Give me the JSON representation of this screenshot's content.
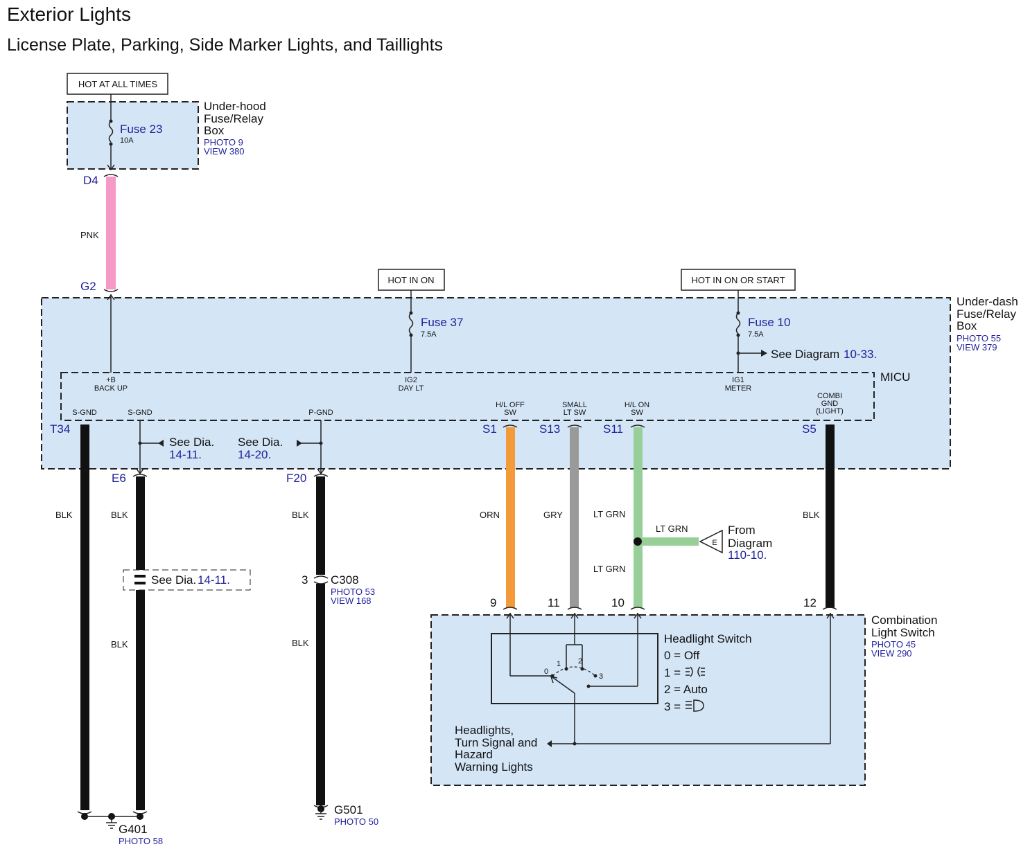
{
  "title": "Exterior Lights",
  "subtitle": "License Plate, Parking, Side Marker Lights, and Taillights",
  "hot_labels": {
    "all_times": "HOT AT ALL TIMES",
    "in_on": "HOT IN ON",
    "on_or_start": "HOT IN ON OR START"
  },
  "underhood": {
    "name_1": "Under-hood",
    "name_2": "Fuse/Relay",
    "name_3": "Box",
    "photo": "PHOTO 9",
    "view": "VIEW 380",
    "fuse": "Fuse 23",
    "rating": "10A",
    "pin": "D4"
  },
  "underdash": {
    "name_1": "Under-dash",
    "name_2": "Fuse/Relay",
    "name_3": "Box",
    "photo": "PHOTO 55",
    "view": "VIEW 379",
    "fuse37": "Fuse 37",
    "fuse37_rating": "7.5A",
    "fuse10": "Fuse 10",
    "fuse10_rating": "7.5A",
    "see_diagram": "See Diagram",
    "see_diagram_ref": "10-33."
  },
  "micu": {
    "name": "MICU",
    "term_backup_1": "+B",
    "term_backup_2": "BACK UP",
    "term_ig2_1": "IG2",
    "term_ig2_2": "DAY LT",
    "term_ig1_1": "IG1",
    "term_ig1_2": "METER",
    "term_sgnd_1": "S-GND",
    "term_sgnd_2": "S-GND",
    "term_pgnd": "P-GND",
    "term_hloff_1": "H/L OFF",
    "term_hloff_2": "SW",
    "term_small_1": "SMALL",
    "term_small_2": "LT SW",
    "term_hlon_1": "H/L ON",
    "term_hlon_2": "SW",
    "term_combi_1": "COMBI",
    "term_combi_2": "GND",
    "term_combi_3": "(LIGHT)"
  },
  "pins": {
    "g2": "G2",
    "t34": "T34",
    "s1": "S1",
    "s13": "S13",
    "s11": "S11",
    "s5": "S5",
    "e6": "E6",
    "f20": "F20"
  },
  "see_dia": {
    "a_text": "See Dia.",
    "a_ref": "14-11.",
    "b_text": "See Dia.",
    "b_ref": "14-20.",
    "c_text": "See Dia.",
    "c_ref": "14-11."
  },
  "wires": {
    "pnk": "PNK",
    "blk_1": "BLK",
    "blk_2": "BLK",
    "blk_3": "BLK",
    "blk_4": "BLK",
    "blk_5": "BLK",
    "blk_6": "BLK",
    "orn": "ORN",
    "gry": "GRY",
    "ltgrn_1": "LT GRN",
    "ltgrn_2": "LT GRN",
    "ltgrn_3": "LT GRN"
  },
  "connector_c308": {
    "pin": "3",
    "name": "C308",
    "photo": "PHOTO 53",
    "view": "VIEW 168"
  },
  "from_diagram": {
    "tag": "E",
    "line1": "From",
    "line2": "Diagram",
    "ref": "110-10."
  },
  "combination_switch": {
    "name_1": "Combination",
    "name_2": "Light Switch",
    "photo": "PHOTO 45",
    "view": "VIEW 290",
    "pin_9": "9",
    "pin_11": "11",
    "pin_10": "10",
    "pin_12": "12",
    "headlight_switch": "Headlight Switch",
    "pos_0": "0 = Off",
    "pos_1": "1 =",
    "pos_2": "2 = Auto",
    "pos_3": "3 =",
    "contact_0": "0",
    "contact_1": "1",
    "contact_2": "2",
    "contact_3": "3",
    "out_1": "Headlights,",
    "out_2": "Turn Signal and",
    "out_3": "Hazard",
    "out_4": "Warning Lights"
  },
  "grounds": {
    "g401": "G401",
    "g401_photo": "PHOTO 58",
    "g501": "G501",
    "g501_photo": "PHOTO 50"
  },
  "colors": {
    "pnk": "#f59ac8",
    "blk": "#111111",
    "orn": "#f39a3a",
    "gry": "#9a9a9a",
    "ltgrn": "#98cf98",
    "box_fill": "#d4e5f6",
    "label_blue": "#1f1f9a"
  }
}
